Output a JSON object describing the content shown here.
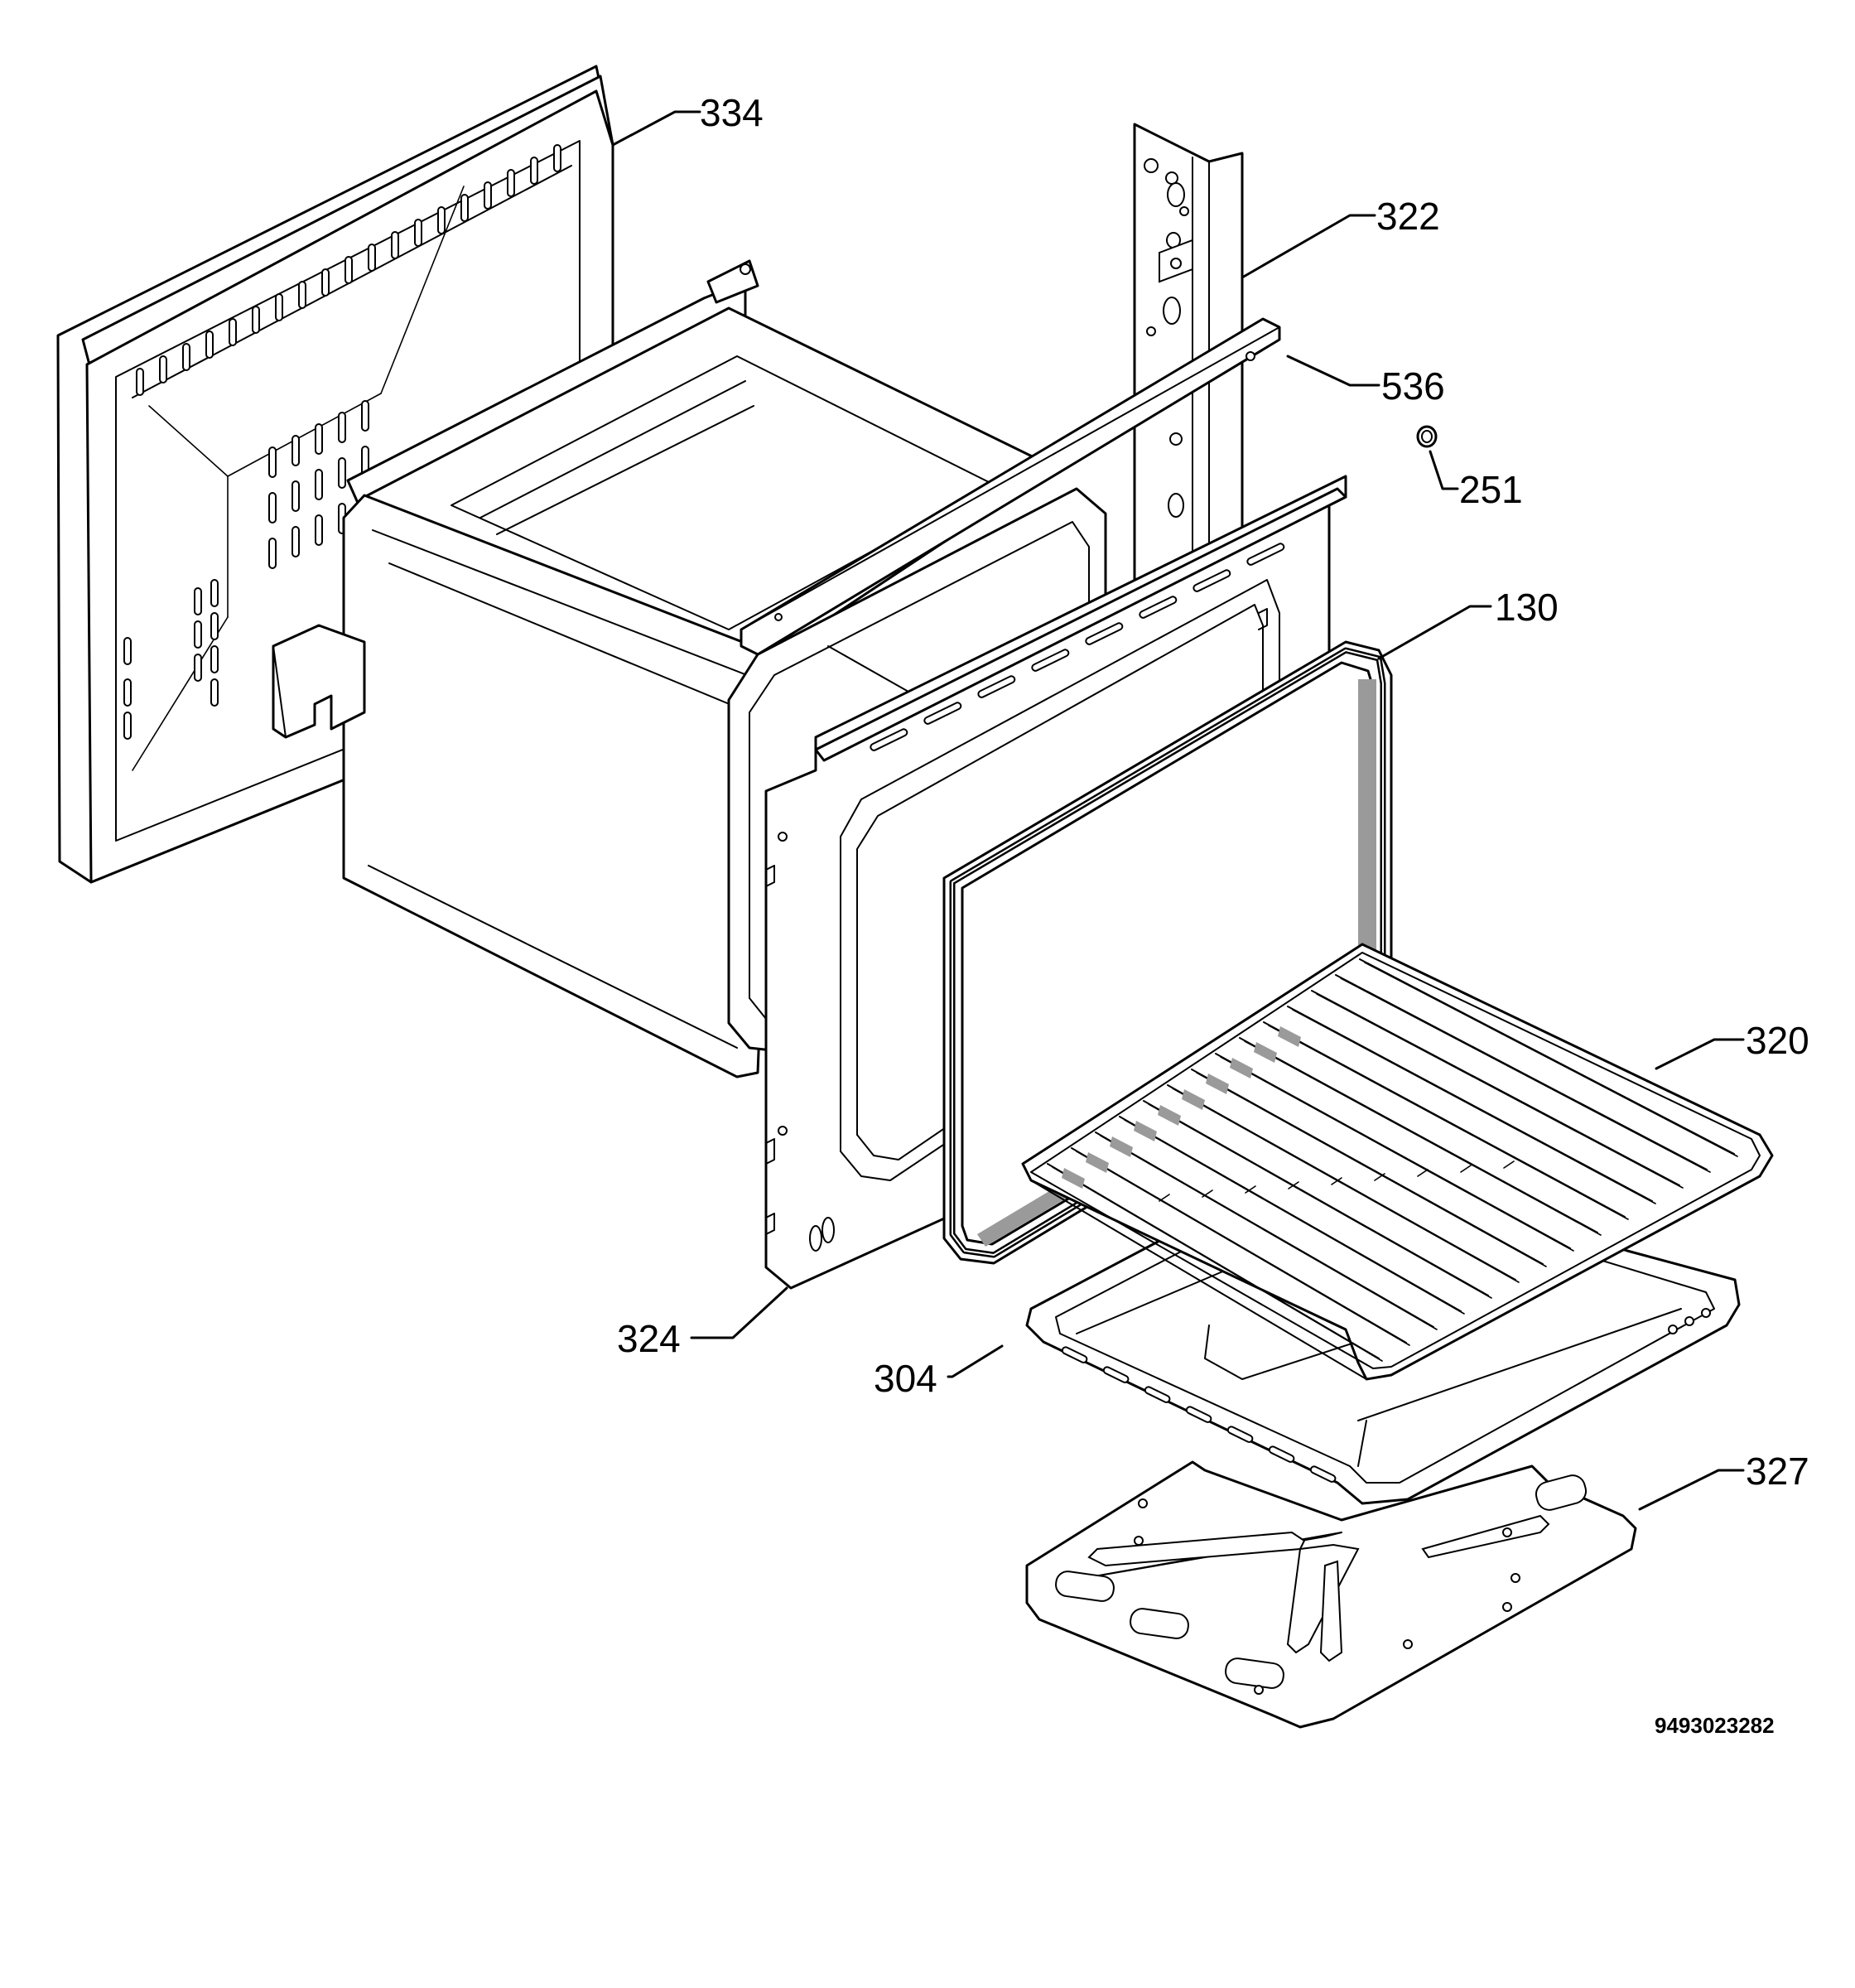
{
  "callouts": {
    "c334": "334",
    "c322": "322",
    "c536": "536",
    "c251": "251",
    "c130": "130",
    "c320": "320",
    "c324": "324",
    "c304": "304",
    "c327": "327"
  },
  "document_number": "9493023282"
}
